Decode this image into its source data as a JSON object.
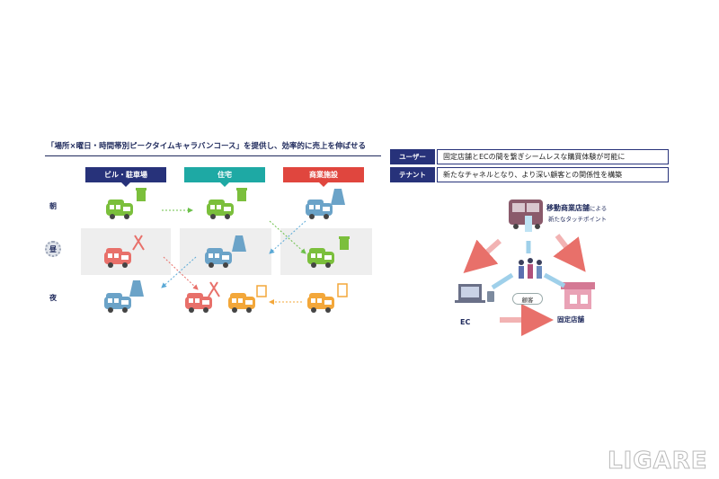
{
  "left": {
    "title": "「場所×曜日・時間帯別ピークタイムキャラバンコース」を提供し、効率的に売上を伸ばせる",
    "columns": [
      "ビル・駐車場",
      "住宅",
      "商業施設"
    ],
    "rows": [
      "朝",
      "昼",
      "夜"
    ]
  },
  "right": {
    "user_tag": "ユーザー",
    "user_text": "固定店舗とECの間を繋ぎシームレスな購買体験が可能に",
    "tenant_tag": "テナント",
    "tenant_text": "新たなチャネルとなり、より深い顧客との関係性を構築",
    "hub_label": "移動商業店舗",
    "hub_label_suffix": "による",
    "hub_sub": "新たなタッチポイント",
    "ec_label": "EC",
    "store_label": "固定店舗",
    "customer_label": "顧客"
  },
  "logo": "LIGARE"
}
